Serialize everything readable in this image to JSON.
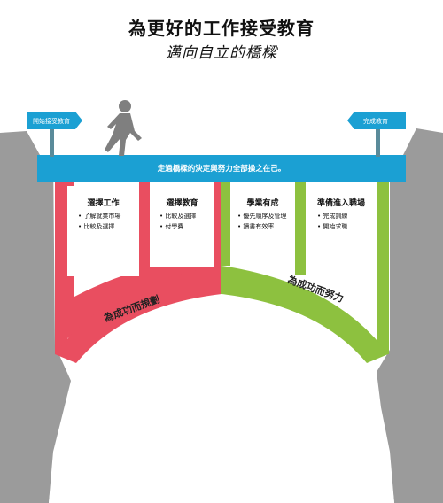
{
  "header": {
    "title": "為更好的工作接受教育",
    "subtitle": "邁向自立的橋樑"
  },
  "signs": {
    "left": "開始接受教育",
    "right": "完成教育"
  },
  "deck": {
    "text": "走過橋樑的決定與努力全部操之在己。"
  },
  "panels": [
    {
      "title": "選擇工作",
      "items": [
        "了解就業市場",
        "比較及選擇"
      ]
    },
    {
      "title": "選擇教育",
      "items": [
        "比較及選擇",
        "付學費"
      ]
    },
    {
      "title": "學業有成",
      "items": [
        "優先順序及管理",
        "讀書有效率"
      ]
    },
    {
      "title": "準備進入職場",
      "items": [
        "完成訓練",
        "開始求職"
      ]
    }
  ],
  "arches": {
    "left_label": "為成功而規劃",
    "right_label": "為成功而努力"
  },
  "colors": {
    "deck": "#1ba0d3",
    "red_arch": "#e94e60",
    "green_arch": "#8dc13f",
    "cliff": "#9b9b9b",
    "sign_post": "#5a8b9a"
  }
}
